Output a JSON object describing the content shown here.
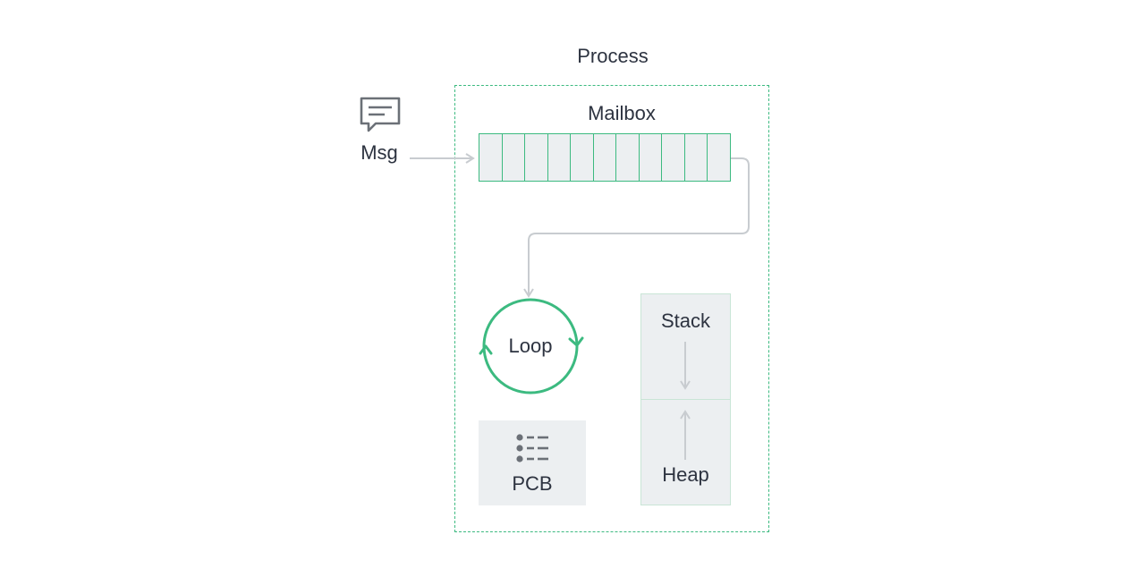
{
  "diagram": {
    "process_label": "Process",
    "mailbox_label": "Mailbox",
    "mailbox_slot_count": 11,
    "msg_label": "Msg",
    "loop_label": "Loop",
    "pcb_label": "PCB",
    "stack_label": "Stack",
    "heap_label": "Heap"
  },
  "colors": {
    "accent_green": "#3cba80",
    "connector_gray": "#c8ccd0",
    "panel_fill": "#eceff1",
    "text": "#2d3340",
    "icon_gray": "#6b7077"
  },
  "icons": {
    "message": "message-icon",
    "pcb": "list-icon"
  }
}
